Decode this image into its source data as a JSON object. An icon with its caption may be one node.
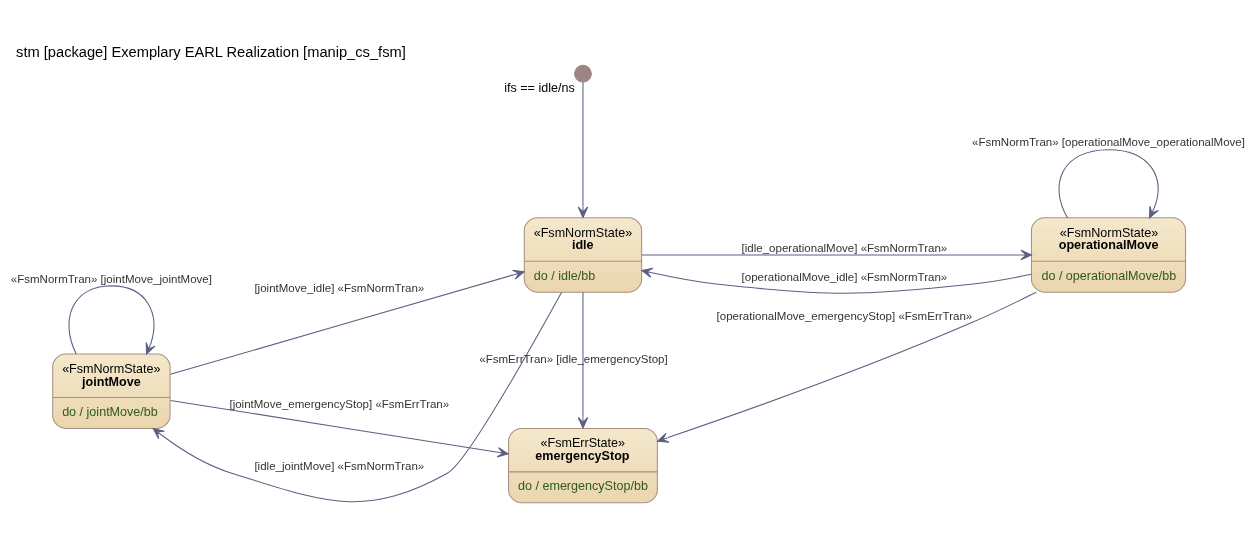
{
  "diagram": {
    "title": "stm [package] Exemplary EARL Realization [manip_cs_fsm]",
    "nodes": [
      {
        "text": [],
        "shape": "circle",
        "beside": [
          "ifs == idle/ns"
        ]
      },
      {
        "text": [
          "«FsmNormState»",
          "jointMove",
          "do / jointMove/bb"
        ]
      },
      {
        "text": [
          "«FsmNormState»",
          "idle",
          "do / idle/bb"
        ]
      },
      {
        "text": [
          "«FsmNormState»",
          "operationalMove",
          "do / operationalMove/bb"
        ]
      },
      {
        "text": [
          "«FsmErrState»",
          "emergencyStop",
          "do / emergencyStop/bb"
        ]
      }
    ],
    "edges": [
      {
        "from": 0,
        "to": 2,
        "arrow": "to"
      },
      {
        "from": 1,
        "to": 1,
        "arrow": "to",
        "label": "«FsmNormTran» [jointMove_jointMove]"
      },
      {
        "from": 2,
        "to": 1,
        "arrow": "to",
        "label": "[idle_jointMove] «FsmNormTran»"
      },
      {
        "from": 2,
        "to": 3,
        "arrow": "to",
        "label": "[idle_operationalMove] «FsmNormTran»"
      },
      {
        "from": 1,
        "to": 2,
        "arrow": "to",
        "label": "[jointMove_idle] «FsmNormTran»"
      },
      {
        "from": 3,
        "to": 2,
        "arrow": "to",
        "label": "[operationalMove_idle] «FsmNormTran»"
      },
      {
        "from": 3,
        "to": 3,
        "arrow": "to",
        "label": "«FsmNormTran» [operationalMove_operationalMove]"
      },
      {
        "from": 2,
        "to": 4,
        "arrow": "to",
        "label": "«FsmErrTran» [idle_emergencyStop]"
      },
      {
        "from": 1,
        "to": 4,
        "arrow": "to",
        "label": "[jointMove_emergencyStop] «FsmErrTran»"
      },
      {
        "from": 3,
        "to": 4,
        "arrow": "to",
        "label": "[operationalMove_emergencyStop] «FsmErrTran»"
      }
    ]
  }
}
